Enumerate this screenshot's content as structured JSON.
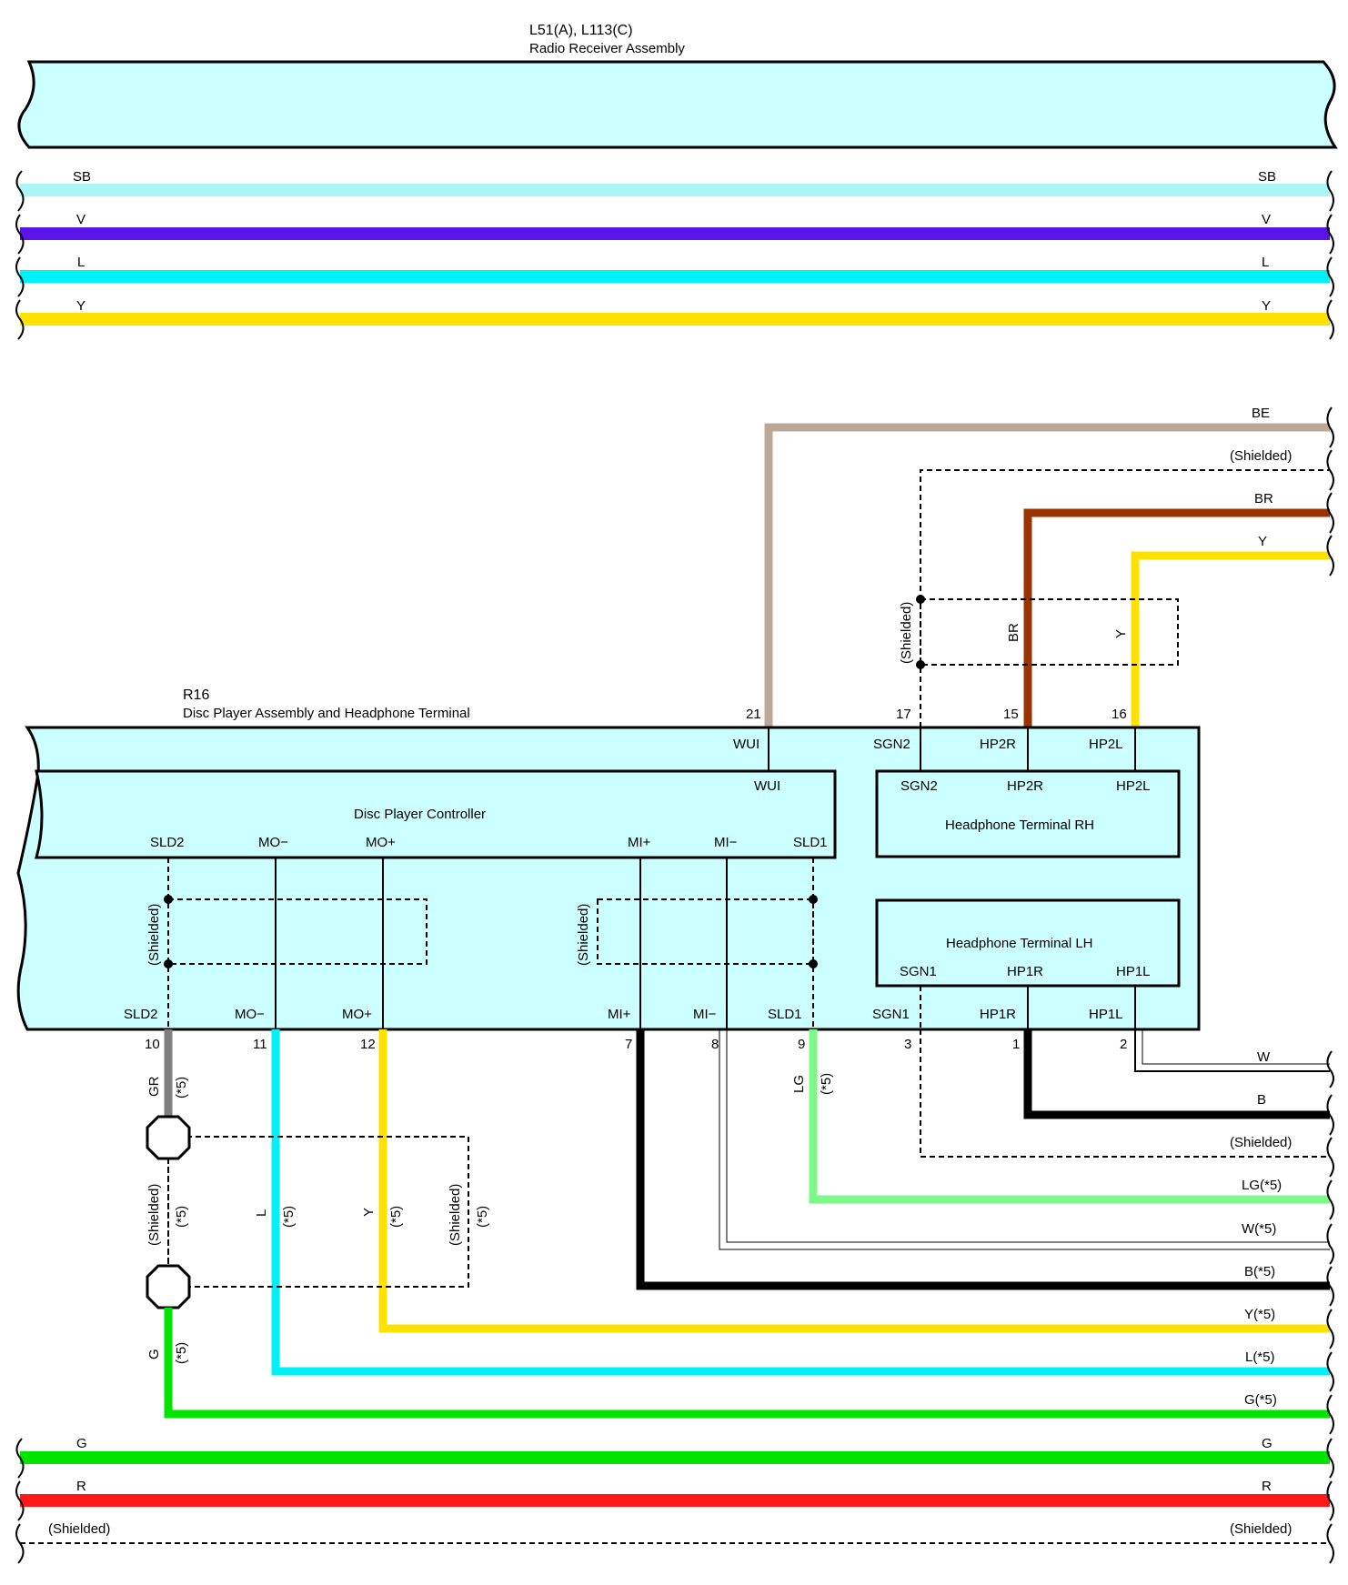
{
  "header": {
    "code": "L51(A), L113(C)",
    "name": "Radio Receiver Assembly"
  },
  "top_buses": [
    {
      "label": "SB",
      "color": "#aaf5f7"
    },
    {
      "label": "V",
      "color": "#5a14e8"
    },
    {
      "label": "L",
      "color": "#00f0f8"
    },
    {
      "label": "Y",
      "color": "#ffe100"
    }
  ],
  "component": {
    "code": "R16",
    "name": "Disc Player Assembly and Headphone Terminal",
    "controller_name": "Disc Player Controller",
    "rh_name": "Headphone Terminal RH",
    "lh_name": "Headphone Terminal LH",
    "shielded": "(Shielded)"
  },
  "top_pins": [
    {
      "num": "21",
      "name": "WUI",
      "inner": "WUI"
    },
    {
      "num": "17",
      "name": "SGN2",
      "inner": "SGN2"
    },
    {
      "num": "15",
      "name": "HP2R",
      "inner": "HP2R"
    },
    {
      "num": "16",
      "name": "HP2L",
      "inner": "HP2L"
    }
  ],
  "controller_pins": [
    "SLD2",
    "MO−",
    "MO+",
    "MI+",
    "MI−",
    "SLD1"
  ],
  "lh_pins": [
    "SGN1",
    "HP1R",
    "HP1L"
  ],
  "bottom_pins": [
    {
      "num": "10",
      "name": "SLD2"
    },
    {
      "num": "11",
      "name": "MO−"
    },
    {
      "num": "12",
      "name": "MO+"
    },
    {
      "num": "7",
      "name": "MI+"
    },
    {
      "num": "8",
      "name": "MI−"
    },
    {
      "num": "9",
      "name": "SLD1"
    },
    {
      "num": "3",
      "name": "SGN1"
    },
    {
      "num": "1",
      "name": "HP1R"
    },
    {
      "num": "2",
      "name": "HP1L"
    }
  ],
  "right_wires_top": [
    {
      "label": "BE",
      "color": "#bba897"
    },
    {
      "label": "(Shielded)",
      "color": "#000000"
    },
    {
      "label": "BR",
      "color": "#9b3300"
    },
    {
      "label": "Y",
      "color": "#ffe100"
    }
  ],
  "vertical_labels": {
    "br": "BR",
    "y": "Y",
    "gr": "GR",
    "lg": "LG",
    "l": "L",
    "g": "G",
    "star5": "(*5)"
  },
  "right_wires_bottom": [
    {
      "label": "W",
      "color": "#ffffff"
    },
    {
      "label": "B",
      "color": "#000000"
    },
    {
      "label": "(Shielded)",
      "color": "#000000"
    },
    {
      "label": "LG(*5)",
      "color": "#7df98a"
    },
    {
      "label": "W(*5)",
      "color": "#ffffff"
    },
    {
      "label": "B(*5)",
      "color": "#000000"
    },
    {
      "label": "Y(*5)",
      "color": "#ffe100"
    },
    {
      "label": "L(*5)",
      "color": "#00f0f8"
    },
    {
      "label": "G(*5)",
      "color": "#00e400"
    }
  ],
  "bottom_buses": [
    {
      "label": "G",
      "color": "#00e400"
    },
    {
      "label": "R",
      "color": "#ff1a1a"
    },
    {
      "label": "(Shielded)",
      "color": "#000000"
    }
  ],
  "colors": {
    "connector_fill": "#ccffff",
    "gr": "#7f7f7f"
  }
}
